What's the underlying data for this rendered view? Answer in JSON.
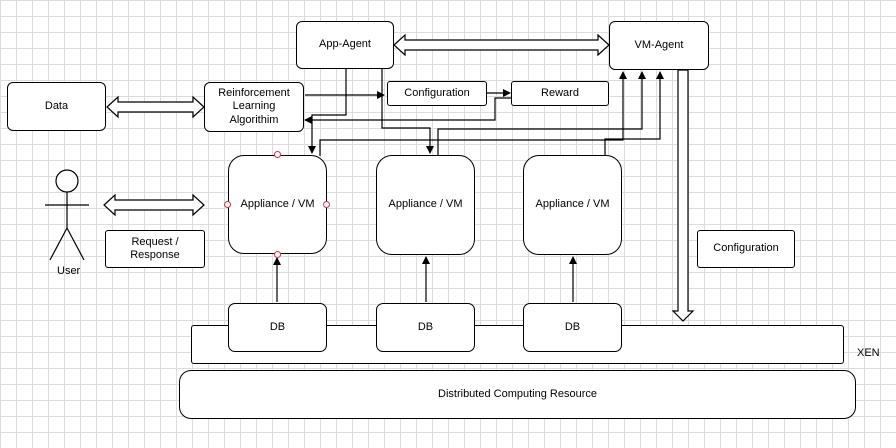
{
  "nodes": {
    "data": "Data",
    "rl": "Reinforcement\nLearning\nAlgorithim",
    "app_agent": "App-Agent",
    "vm_agent": "VM-Agent",
    "config_top": "Configuration",
    "reward": "Reward",
    "vm1": "Appliance / VM",
    "vm2": "Appliance / VM",
    "vm3": "Appliance / VM",
    "request": "Request /\nResponse",
    "config_right": "Configuration",
    "db1": "DB",
    "db2": "DB",
    "db3": "DB",
    "xen": "XEN",
    "dcr": "Distributed Computing Resource",
    "user": "User"
  },
  "colors": {
    "stroke": "#000000",
    "handle": "#c8374b",
    "grid": "#dcdcdc"
  }
}
